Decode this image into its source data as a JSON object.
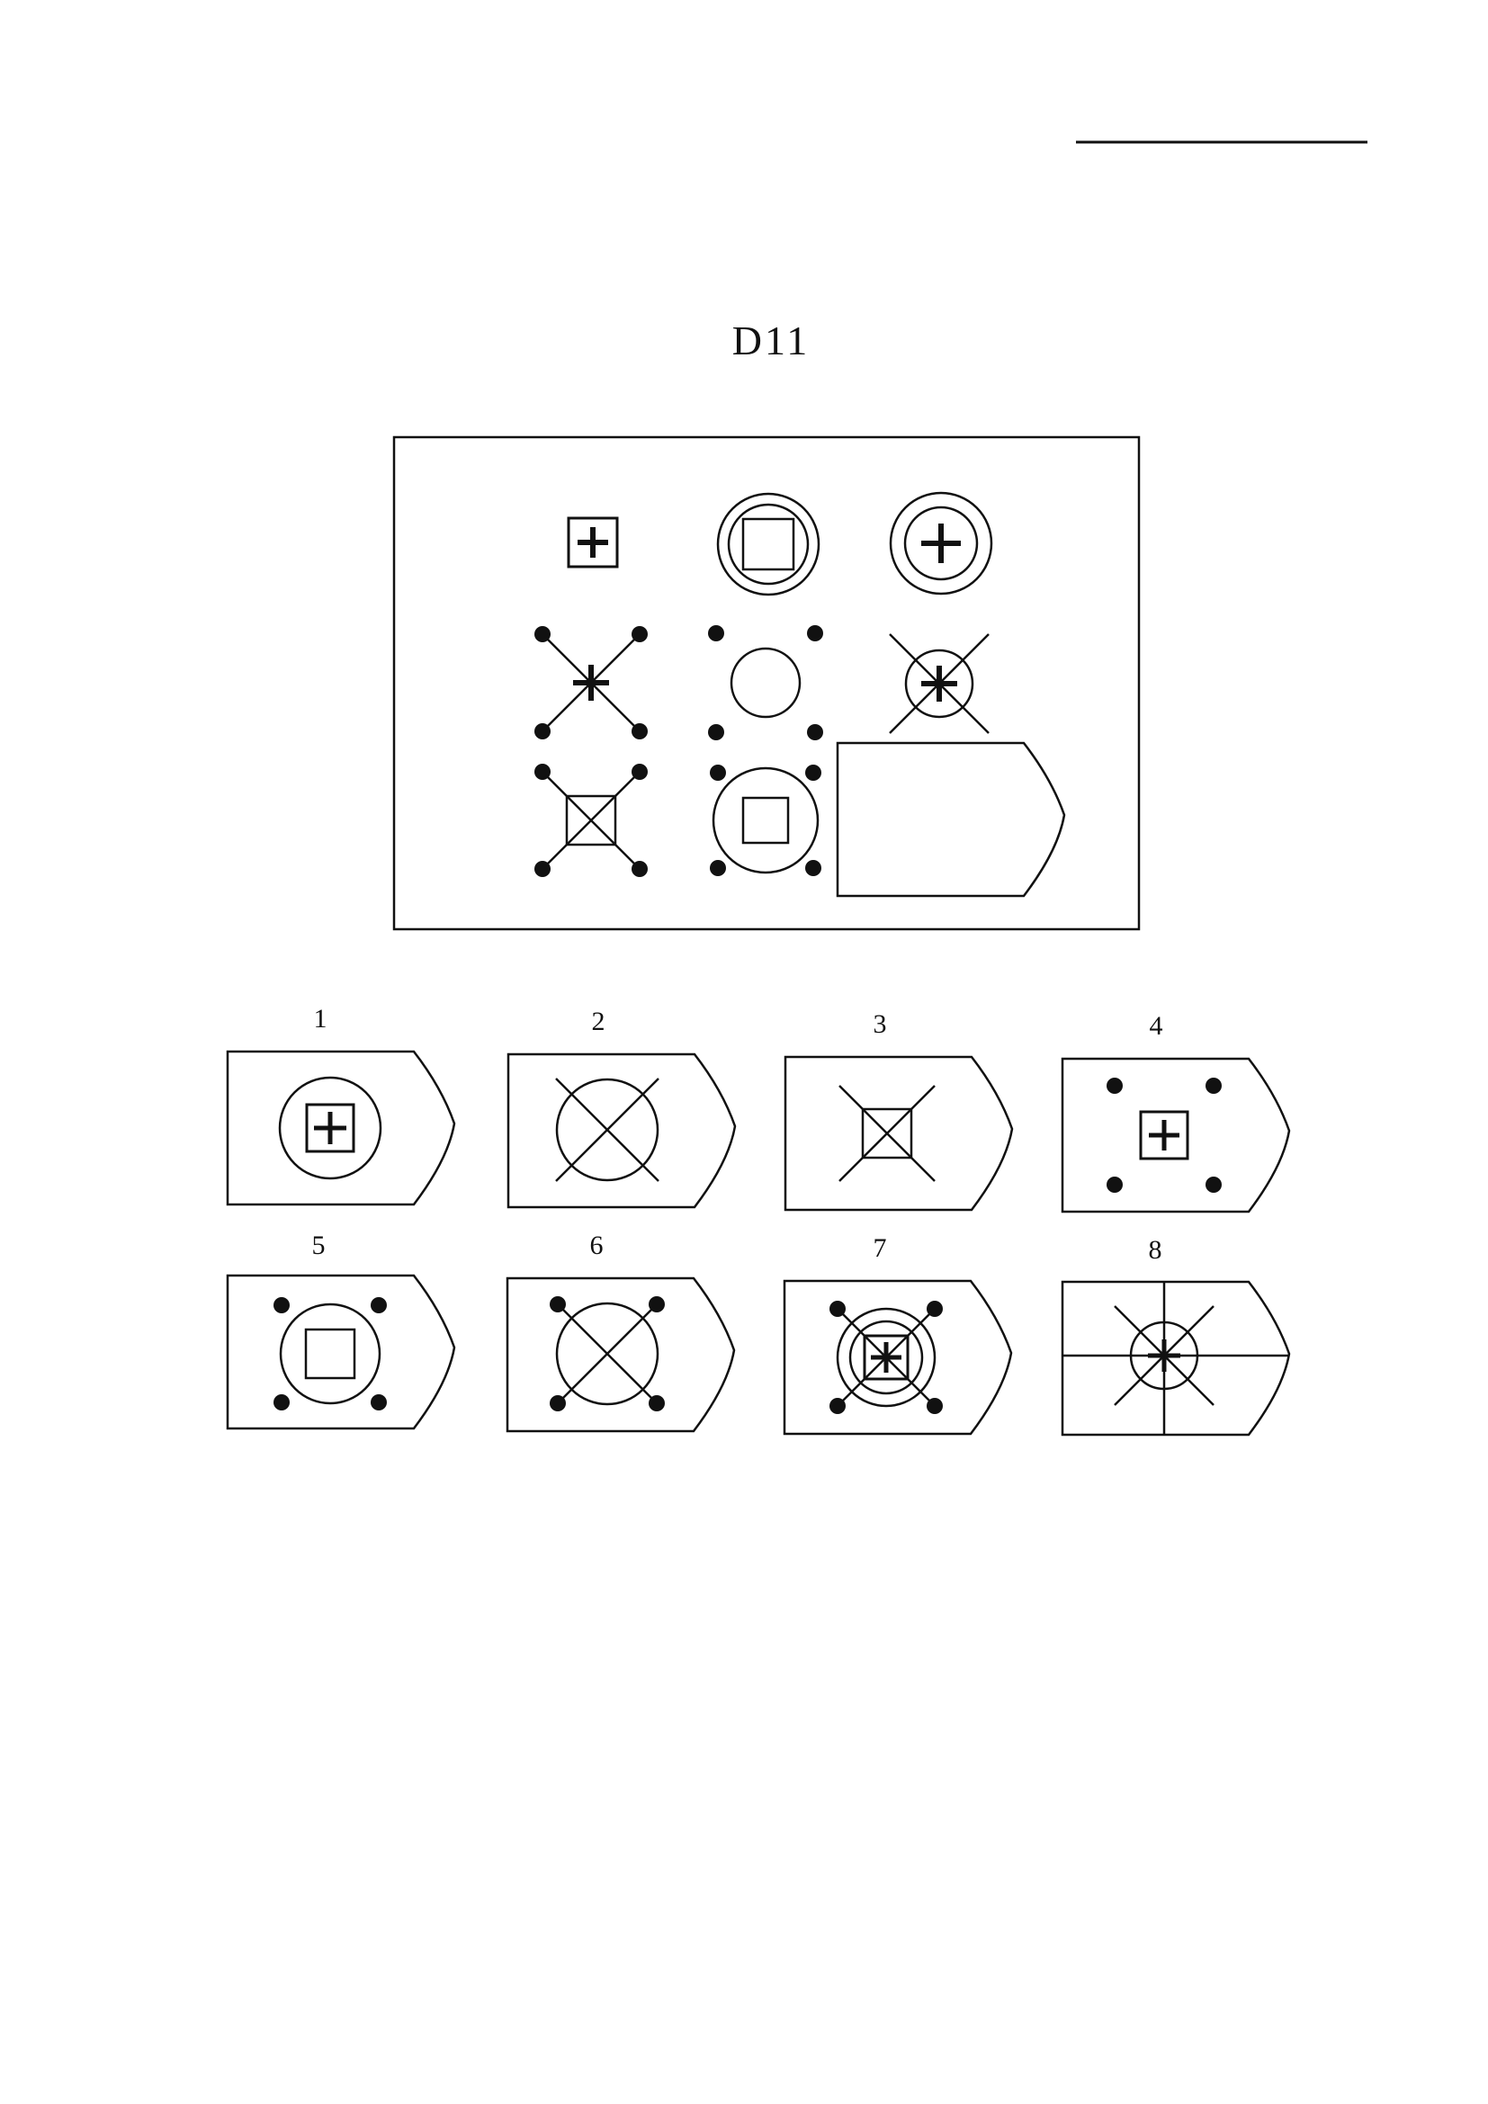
{
  "page": {
    "title": "D11"
  },
  "puzzle": {
    "cells": [
      {
        "row": 1,
        "col": 1,
        "content": "square with thick plus"
      },
      {
        "row": 1,
        "col": 2,
        "content": "double circle with square"
      },
      {
        "row": 1,
        "col": 3,
        "content": "double circle with thick plus"
      },
      {
        "row": 2,
        "col": 1,
        "content": "four dotted diagonals with thick plus"
      },
      {
        "row": 2,
        "col": 2,
        "content": "four corner dots with circle"
      },
      {
        "row": 2,
        "col": 3,
        "content": "circle with diagonal cross and thick plus"
      },
      {
        "row": 3,
        "col": 1,
        "content": "four dotted diagonals with crossed square"
      },
      {
        "row": 3,
        "col": 2,
        "content": "four corner dots with circle and square"
      },
      {
        "row": 3,
        "col": 3,
        "content": "blank answer slot"
      }
    ]
  },
  "options": [
    {
      "number": "1"
    },
    {
      "number": "2"
    },
    {
      "number": "3"
    },
    {
      "number": "4"
    },
    {
      "number": "5"
    },
    {
      "number": "6"
    },
    {
      "number": "7"
    },
    {
      "number": "8"
    }
  ],
  "colors": {
    "ink": "#111111",
    "paper": "#ffffff"
  }
}
